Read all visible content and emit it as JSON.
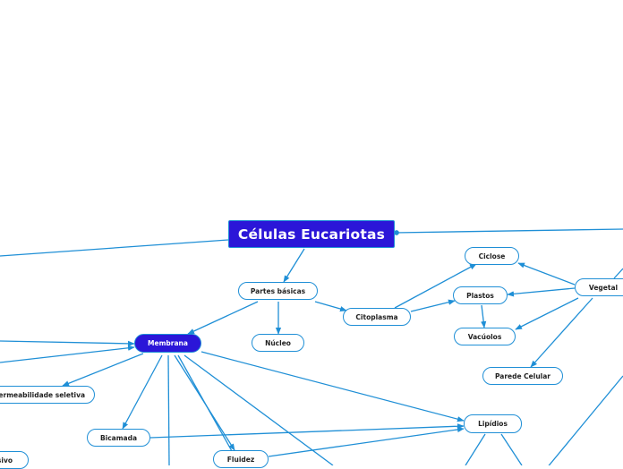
{
  "nodes": {
    "main": "Células Eucariotas",
    "partes": "Partes básicas",
    "nucleo": "Núcleo",
    "citoplasma": "Citoplasma",
    "ciclose": "Ciclose",
    "plastos": "Plastos",
    "vacuolos": "Vacúolos",
    "vegetal": "Vegetal",
    "parede": "Parede Celular",
    "membrana": "Membrana",
    "permeabilidade": "Permeabilidade seletiva",
    "bicamada": "Bicamada",
    "fluidez": "Fluidez",
    "lipidios": "Lipídios",
    "passivo": "Passivo"
  },
  "colors": {
    "edge": "#1f8fd6",
    "main_fill": "#2b16d8",
    "node_border": "#1f8fd6"
  }
}
